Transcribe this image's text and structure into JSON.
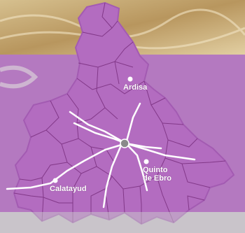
{
  "map": {
    "colors": {
      "region_fill": "#b36cc0",
      "region_edge": "#a35bb2",
      "band_fill": "#b479c0",
      "municipal_lines": "#7a2f7f",
      "roads": "#ffffff",
      "center_marker": "#8a8a8a",
      "background": "#c9c4cb",
      "photo_strip": "#c8ad78"
    },
    "cities": [
      {
        "label": "Ardisa"
      },
      {
        "label_line1": "Quinto",
        "label_line2": "de Ebro"
      },
      {
        "label": "Calatayud"
      }
    ]
  }
}
